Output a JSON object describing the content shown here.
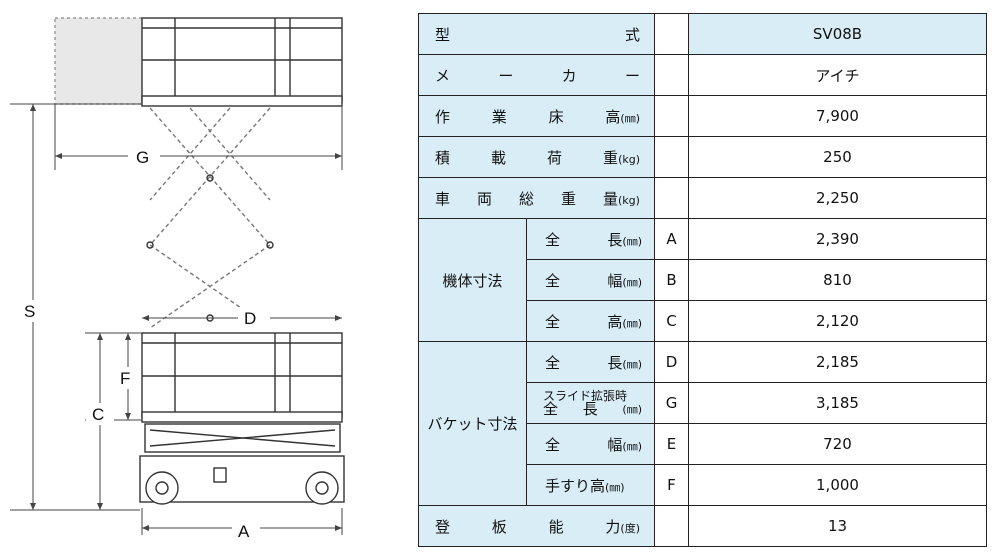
{
  "diagram": {
    "labels": {
      "G": "G",
      "S": "S",
      "D": "D",
      "F": "F",
      "C": "C",
      "A": "A"
    }
  },
  "table": {
    "rows": [
      {
        "label_chars": [
          "型",
          "式"
        ],
        "unit": "",
        "letter": "",
        "value": "SV08B"
      },
      {
        "label_chars": [
          "メ",
          "ー",
          "カ",
          "ー"
        ],
        "unit": "",
        "letter": "",
        "value": "アイチ"
      },
      {
        "label_chars": [
          "作",
          "業",
          "床",
          "高"
        ],
        "unit": "(㎜)",
        "letter": "",
        "value": "7,900"
      },
      {
        "label_chars": [
          "積",
          "載",
          "荷",
          "重"
        ],
        "unit": "(kg)",
        "letter": "",
        "value": "250"
      },
      {
        "label_chars": [
          "車",
          "両",
          "総",
          "重",
          "量"
        ],
        "unit": "(kg)",
        "letter": "",
        "value": "2,250"
      }
    ],
    "group1": {
      "label": "機体寸法",
      "rows": [
        {
          "label_chars": [
            "全",
            "長"
          ],
          "unit": "(㎜)",
          "letter": "A",
          "value": "2,390"
        },
        {
          "label_chars": [
            "全",
            "幅"
          ],
          "unit": "(㎜)",
          "letter": "B",
          "value": "810"
        },
        {
          "label_chars": [
            "全",
            "高"
          ],
          "unit": "(㎜)",
          "letter": "C",
          "value": "2,120"
        }
      ]
    },
    "group2": {
      "label": "バケット寸法",
      "rows": [
        {
          "label_chars": [
            "全",
            "長"
          ],
          "unit": "(㎜)",
          "letter": "D",
          "value": "2,185"
        },
        {
          "line1": "スライド拡張時",
          "label_chars": [
            "全",
            "長"
          ],
          "unit": "(㎜)",
          "letter": "G",
          "value": "3,185"
        },
        {
          "label_chars": [
            "全",
            "幅"
          ],
          "unit": "(㎜)",
          "letter": "E",
          "value": "720"
        },
        {
          "label_chars": [
            "手すり高"
          ],
          "unit": "(㎜)",
          "letter": "F",
          "value": "1,000"
        }
      ]
    },
    "last_row": {
      "label_chars": [
        "登",
        "板",
        "能",
        "力"
      ],
      "unit": "(度)",
      "letter": "",
      "value": "13"
    }
  }
}
